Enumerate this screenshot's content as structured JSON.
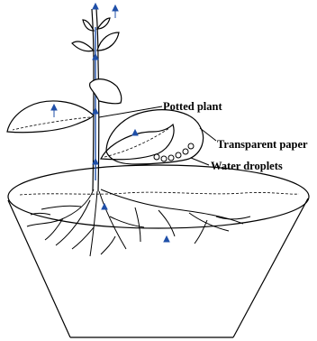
{
  "labels": {
    "potted_plant": "Potted plant",
    "transparent_paper": "Transparent paper",
    "water_droplets": "Water droplets"
  },
  "colors": {
    "line": "#000000",
    "water_arrow": "#1f4fa8",
    "background": "#ffffff"
  },
  "icons": [
    "upward-water-flow-arrow-icon",
    "water-droplet-icon"
  ]
}
